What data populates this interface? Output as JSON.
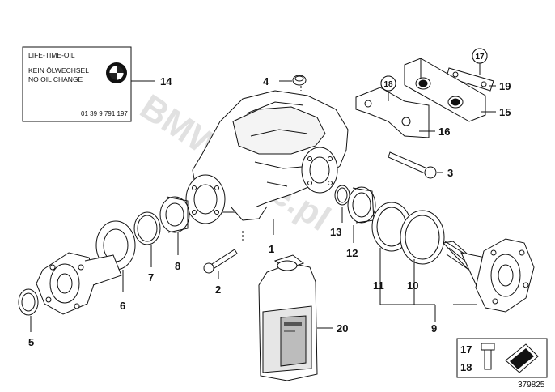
{
  "oil_label": {
    "line1": "LIFE-TIME-OIL",
    "line2": "KEIN ÖLWECHSEL",
    "line3": "NO OIL CHANGE",
    "part_number": "01 39 9 791 197",
    "logo": "bmw-roundel-icon"
  },
  "watermark": "BMWstore.pl",
  "diagram_number": "379825",
  "callouts": [
    "1",
    "2",
    "3",
    "4",
    "5",
    "6",
    "7",
    "8",
    "9",
    "10",
    "11",
    "12",
    "13",
    "14",
    "15",
    "16",
    "17",
    "18",
    "19",
    "20",
    "17",
    "18"
  ],
  "legend_icons": [
    "bolt-icon",
    "arrow-icon"
  ]
}
